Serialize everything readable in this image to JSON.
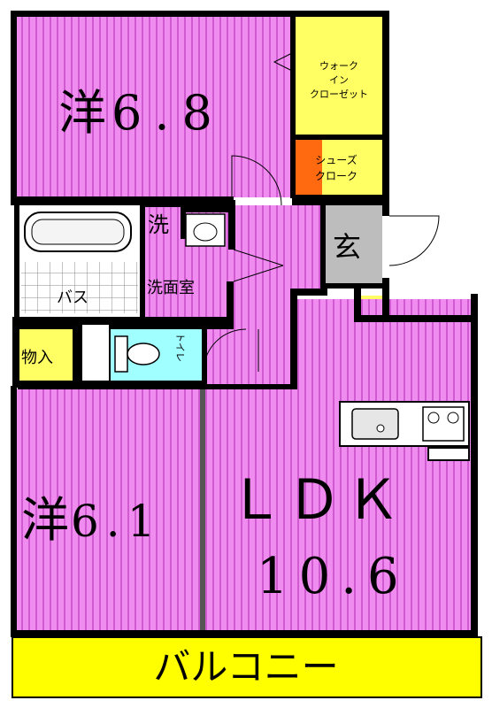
{
  "rooms": {
    "western_upper": {
      "kanji": "洋",
      "size": "6.8"
    },
    "walk_in_closet": {
      "line1": "ウォーク",
      "line2": "イン",
      "line3": "クローゼット"
    },
    "shoes_closet": {
      "line1": "シューズ",
      "line2": "クローク"
    },
    "laundry": {
      "label": "洗"
    },
    "entrance": {
      "label": "玄"
    },
    "bath": {
      "label": "バス"
    },
    "washroom": {
      "label": "洗面室"
    },
    "storage": {
      "label": "物入"
    },
    "toilet": {
      "label": "トイレ"
    },
    "western_lower": {
      "kanji": "洋",
      "size": "6.1"
    },
    "ldk": {
      "label": "ＬＤＫ",
      "size": "10.6"
    },
    "balcony": {
      "label": "バルコニー"
    }
  },
  "colors": {
    "room_pink": "#f08cf0",
    "stripe": "#d05ad0",
    "closet_yellow": "#ffff64",
    "shoes_orange": "#ff6a10",
    "balcony_yellow": "#ffff00",
    "entrance_gray": "#bdbdbd",
    "toilet_cyan": "#a0ffff",
    "wall": "#000000"
  }
}
